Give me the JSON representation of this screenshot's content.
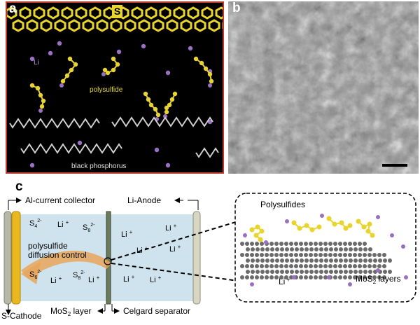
{
  "panel_a": {
    "letter": "a",
    "sulfur_label": "S",
    "li_label": "Li",
    "polysulfide_label": "polysulfide",
    "phosphorus_label": "black phosphorus"
  },
  "panel_b": {
    "letter": "b"
  },
  "panel_c": {
    "letter": "c",
    "al_collector": "Al-current collector",
    "li_anode": "Li-Anode",
    "s_cathode": "S-Cathode",
    "mos2_layer_left": "MoS",
    "mos2_layer_right": " layer",
    "celgard": "Celgard separator",
    "diffusion_line1": "polysulfide",
    "diffusion_line2": "diffusion  control",
    "polysulfides": "Polysulfides",
    "mos2_layers_left": "MoS",
    "mos2_layers_right": " layers",
    "li_plus": "Li",
    "colors": {
      "cell_fill": "#cfe3ee",
      "cathode_gold": "#e8b81e",
      "arrow_orange": "#e8a65b",
      "sulfur_yellow": "#e8d42a",
      "li_purple": "#9b6fc3"
    }
  }
}
